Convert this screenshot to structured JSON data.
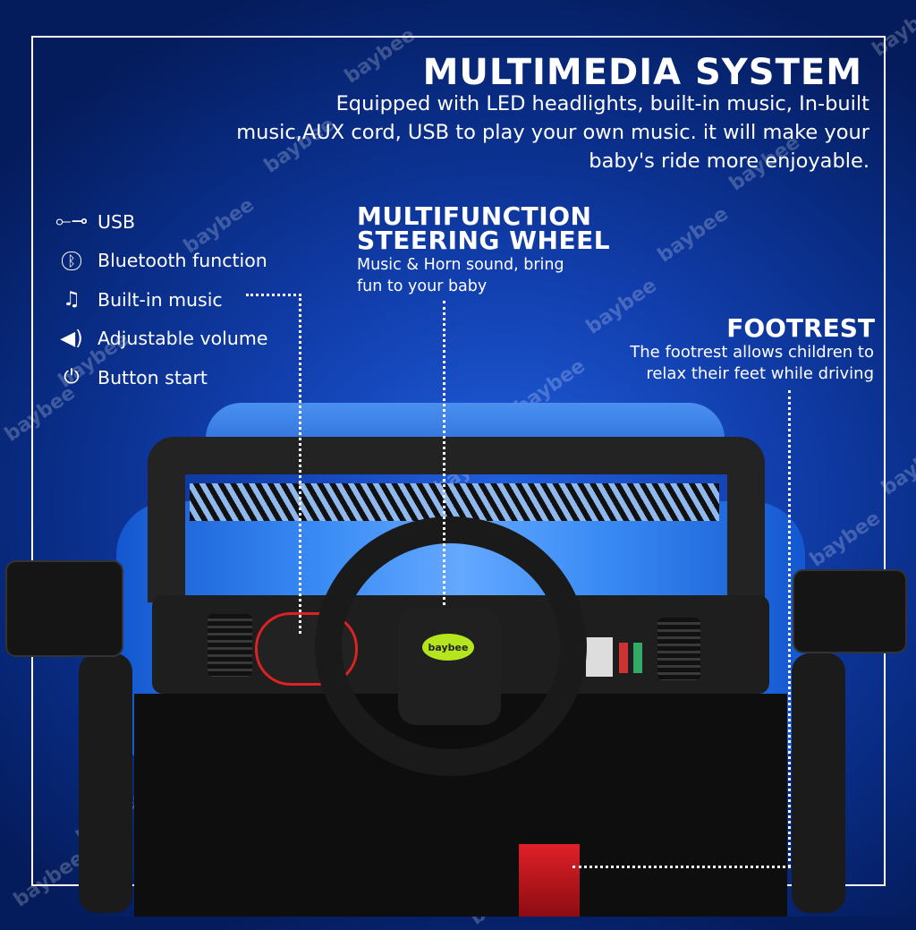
{
  "header": {
    "title": "MULTIMEDIA SYSTEM",
    "description": "Equipped with LED headlights, built-in music, In-built music,AUX cord, USB to play your own music. it will make your baby's ride more enjoyable."
  },
  "features": [
    {
      "icon": "usb-icon",
      "glyph": "⭘⟞",
      "label": "USB"
    },
    {
      "icon": "bluetooth-icon",
      "glyph": "ᛒ",
      "label": "Bluetooth function"
    },
    {
      "icon": "music-notes-icon",
      "glyph": "♫",
      "label": "Built-in music"
    },
    {
      "icon": "speaker-volume-icon",
      "glyph": "🔊",
      "label": "Adjustable volume"
    },
    {
      "icon": "power-icon",
      "glyph": "⏻",
      "label": "Button start"
    }
  ],
  "steering": {
    "title_line1": "MULTIFUNCTION",
    "title_line2": "STEERING WHEEL",
    "description_line1": "Music & Horn sound, bring",
    "description_line2": "fun to your baby"
  },
  "footrest": {
    "title": "FOOTREST",
    "description_line1": "The footrest allows children to",
    "description_line2": "relax their feet while driving"
  },
  "watermark": "baybee",
  "colors": {
    "background": "#1240b0",
    "car_body": "#1d6fe0",
    "pedal": "#c0141c",
    "wheel_logo": "#b5e61d"
  }
}
